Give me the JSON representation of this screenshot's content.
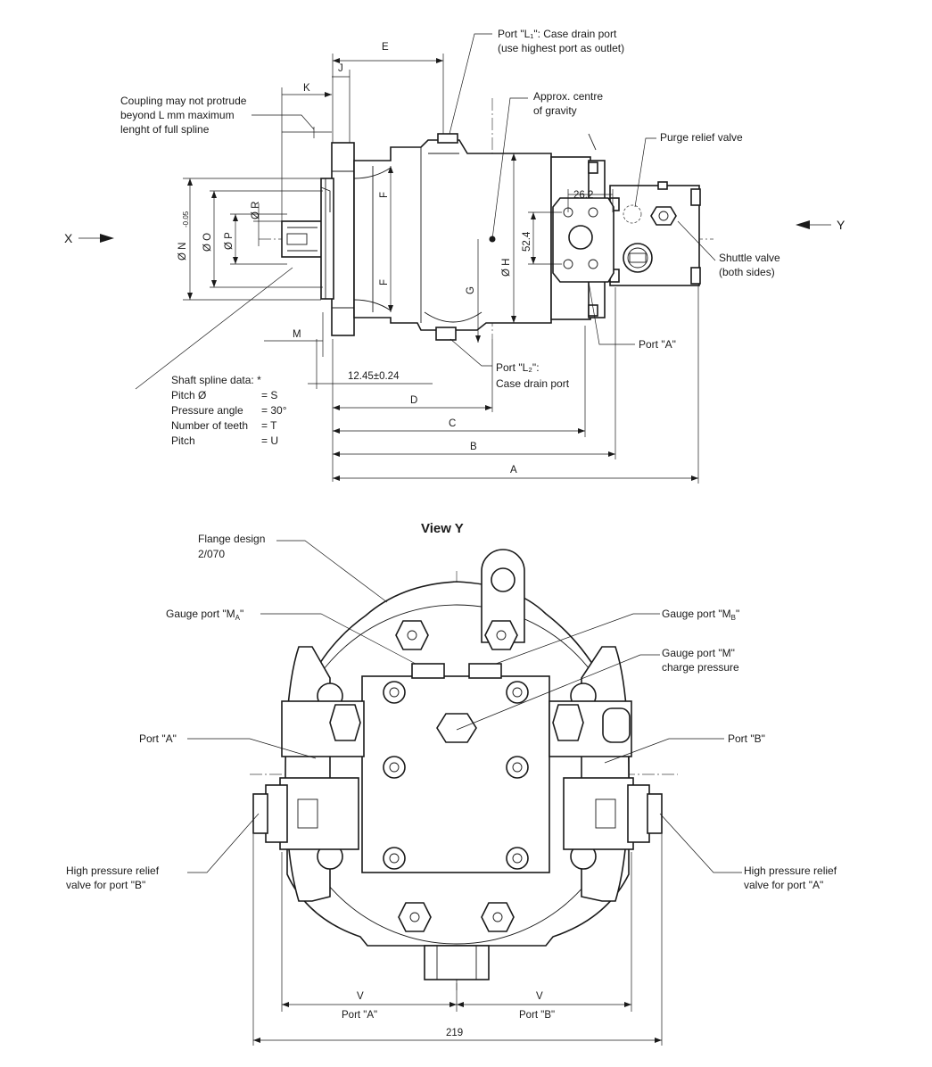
{
  "side_view": {
    "dimensions": {
      "A": "A",
      "B": "B",
      "C": "C",
      "D": "D",
      "E": "E",
      "F_upper": "F",
      "F_lower": "F",
      "G": "G",
      "H": "Ø H",
      "J": "J",
      "K": "K",
      "M": "M",
      "N": "Ø N",
      "N_tol": "-0.05",
      "O": "Ø O",
      "P": "Ø P",
      "R": "Ø R",
      "offset": "12.45±0.24",
      "width_26": "26.2",
      "height_52": "52.4"
    },
    "view_arrows": {
      "x": "X",
      "y": "Y"
    },
    "callouts": {
      "coupling": [
        "Coupling may not protrude",
        "beyond L mm maximum",
        "lenght of full spline"
      ],
      "port_l1": [
        "Port \"L₁\": Case drain port",
        "(use highest port as outlet)"
      ],
      "gravity": [
        "Approx. centre",
        "of gravity"
      ],
      "purge": [
        "Purge relief valve"
      ],
      "shuttle": [
        "Shuttle valve",
        "(both sides)"
      ],
      "port_a": [
        "Port \"A\""
      ],
      "port_l2": [
        "Port \"L₂\":",
        "Case drain port"
      ]
    },
    "spline": {
      "title": "Shaft spline data: *",
      "rows": [
        {
          "label": "Pitch Ø",
          "value": "= S"
        },
        {
          "label": "Pressure angle",
          "value": "= 30°"
        },
        {
          "label": "Number of teeth",
          "value": "= T"
        },
        {
          "label": "Pitch",
          "value": "= U"
        }
      ]
    }
  },
  "view_y": {
    "title": "View Y",
    "callouts": {
      "flange": [
        "Flange design",
        "2/070"
      ],
      "gauge_ma": [
        "Gauge port \"M",
        "A",
        "\""
      ],
      "gauge_mb": [
        "Gauge port \"M",
        "B",
        "\""
      ],
      "gauge_m": [
        "Gauge port \"M\"",
        "charge pressure"
      ],
      "port_a": [
        "Port \"A\""
      ],
      "port_b": [
        "Port \"B\""
      ],
      "hp_b": [
        "High pressure relief",
        "valve for port \"B\""
      ],
      "hp_a": [
        "High pressure relief",
        "valve for port \"A\""
      ]
    },
    "dimensions": {
      "v_left": "V",
      "v_left_port": "Port \"A\"",
      "v_right": "V",
      "v_right_port": "Port \"B\"",
      "overall": "219"
    }
  }
}
